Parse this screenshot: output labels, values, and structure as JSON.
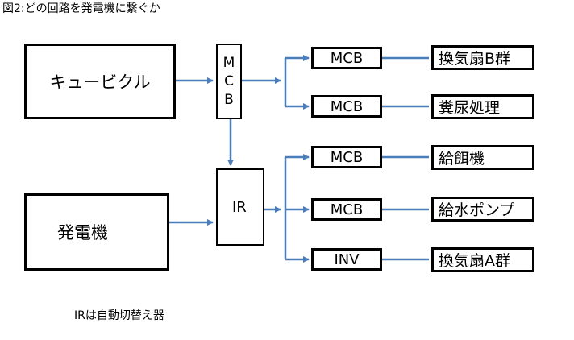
{
  "title": "図2:どの回路を発電機に繋ぐか",
  "sources": {
    "cubicle": "キュービクル",
    "generator": "発電機"
  },
  "main_breaker": {
    "chars": [
      "M",
      "C",
      "B"
    ]
  },
  "switch": "IR",
  "upper_branch": [
    {
      "device": "MCB",
      "load": "換気扇B群"
    },
    {
      "device": "MCB",
      "load": "糞尿処理"
    }
  ],
  "lower_branch": [
    {
      "device": "MCB",
      "load": "給餌機"
    },
    {
      "device": "MCB",
      "load": "給水ポンプ"
    },
    {
      "device": "INV",
      "load": "換気扇A群"
    }
  ],
  "note": "IRは自動切替え器",
  "colors": {
    "line": "#4a7ebb",
    "border": "#000000"
  }
}
